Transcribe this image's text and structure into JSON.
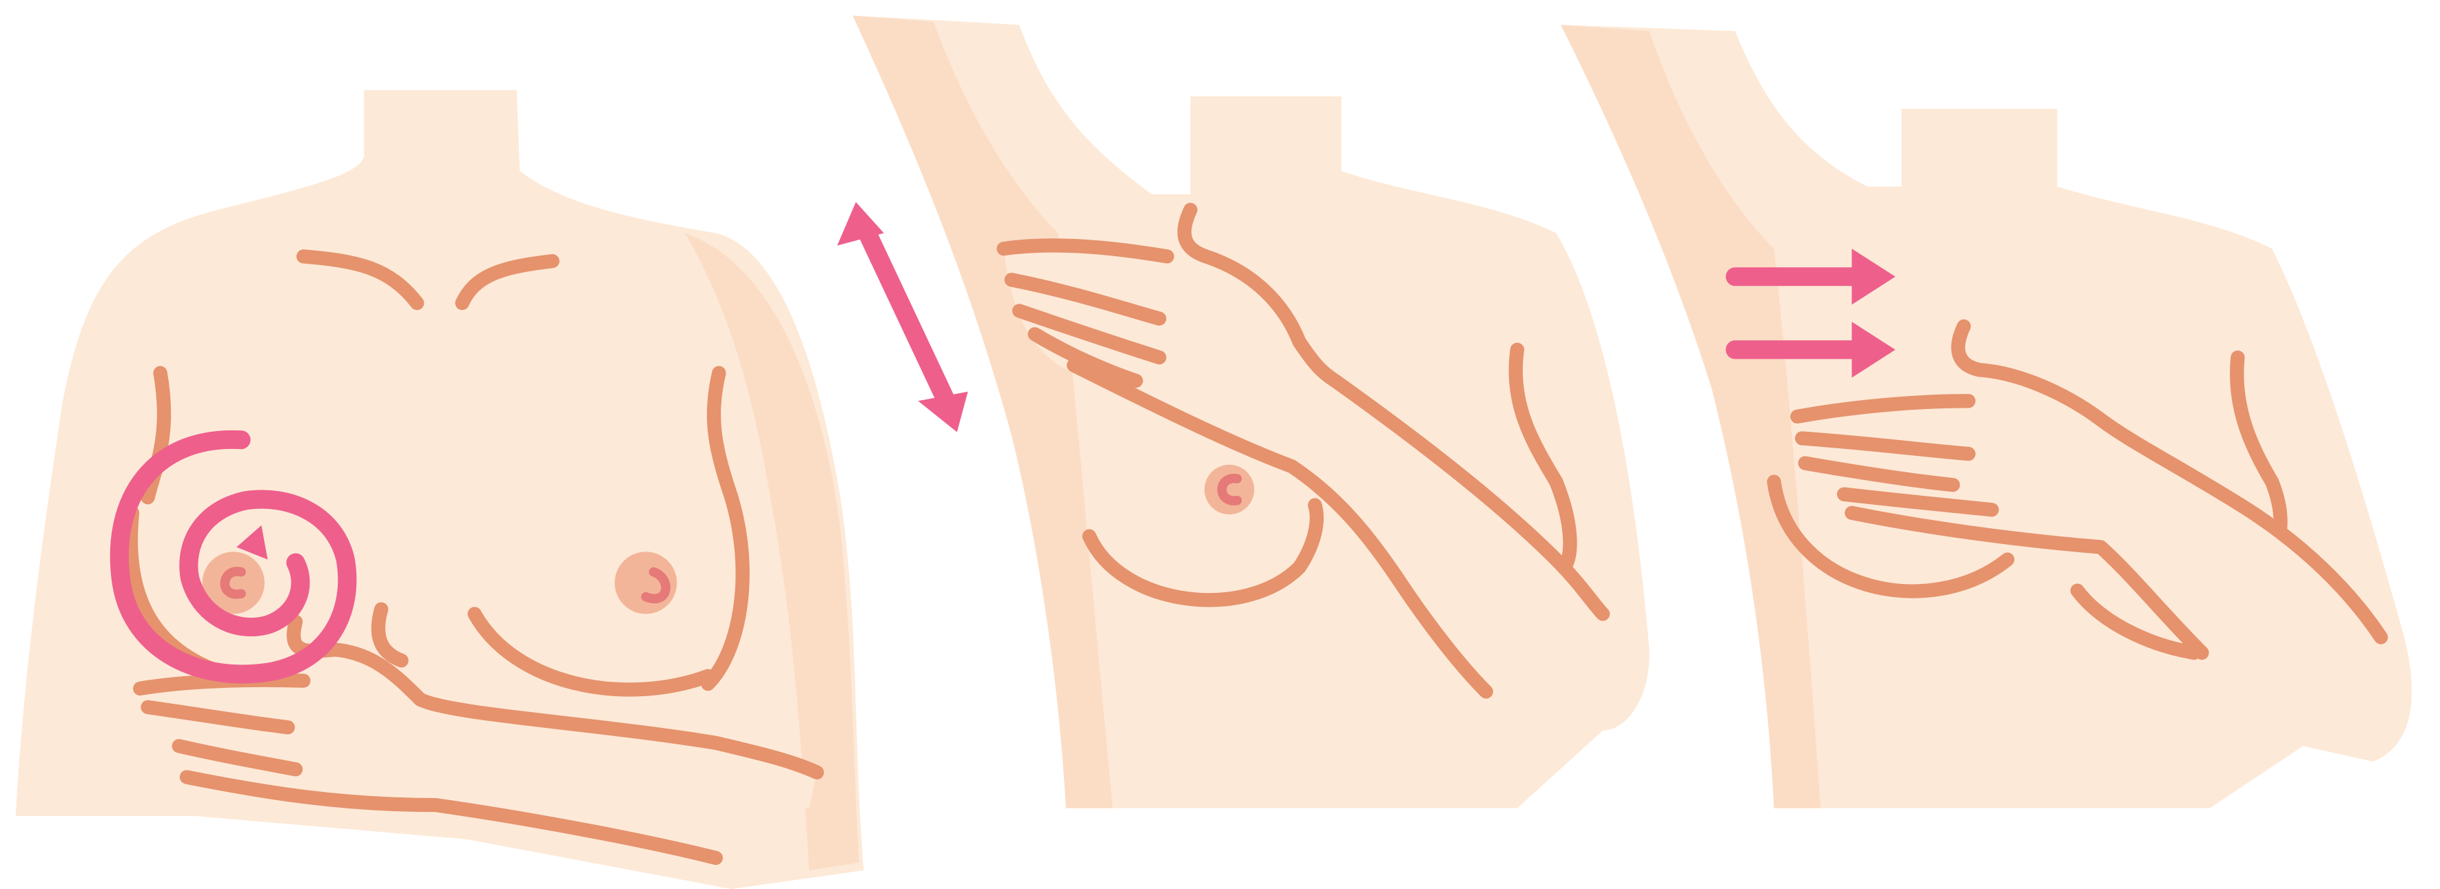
{
  "figure": {
    "panels": [
      {
        "id": "circular",
        "gesture": "circular-motion",
        "accent": "#ee5f8c"
      },
      {
        "id": "vertical",
        "gesture": "up-down-motion",
        "accent": "#ee5f8c"
      },
      {
        "id": "horizontal",
        "gesture": "side-to-side-motion",
        "accent": "#ee5f8c"
      }
    ],
    "colors": {
      "skin": "#fde9d7",
      "skin_shadow": "#fbddc6",
      "outline": "#e5926d",
      "areola": "#f3b59a",
      "arrow": "#ee5f8c"
    }
  }
}
